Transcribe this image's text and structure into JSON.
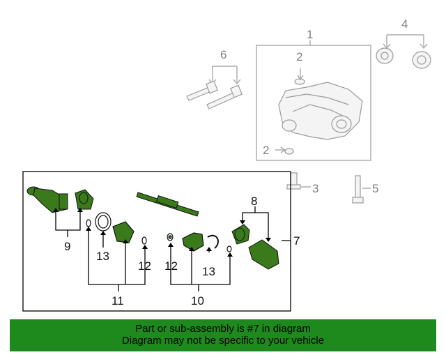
{
  "callouts": {
    "c1": "1",
    "c2a": "2",
    "c2b": "2",
    "c3": "3",
    "c4": "4",
    "c5": "5",
    "c6": "6",
    "c7": "7",
    "c8": "8",
    "c9": "9",
    "c10": "10",
    "c11": "11",
    "c12a": "12",
    "c12b": "12",
    "c13a": "13",
    "c13b": "13"
  },
  "banner": {
    "line1": "Part or sub-assembly is #7 in diagram",
    "line2": "Diagram may not be specific to your vehicle"
  },
  "colors": {
    "highlight": "#3a7a1a",
    "banner": "#1e8a1e",
    "frame": "#000000",
    "outline": "#999999"
  }
}
